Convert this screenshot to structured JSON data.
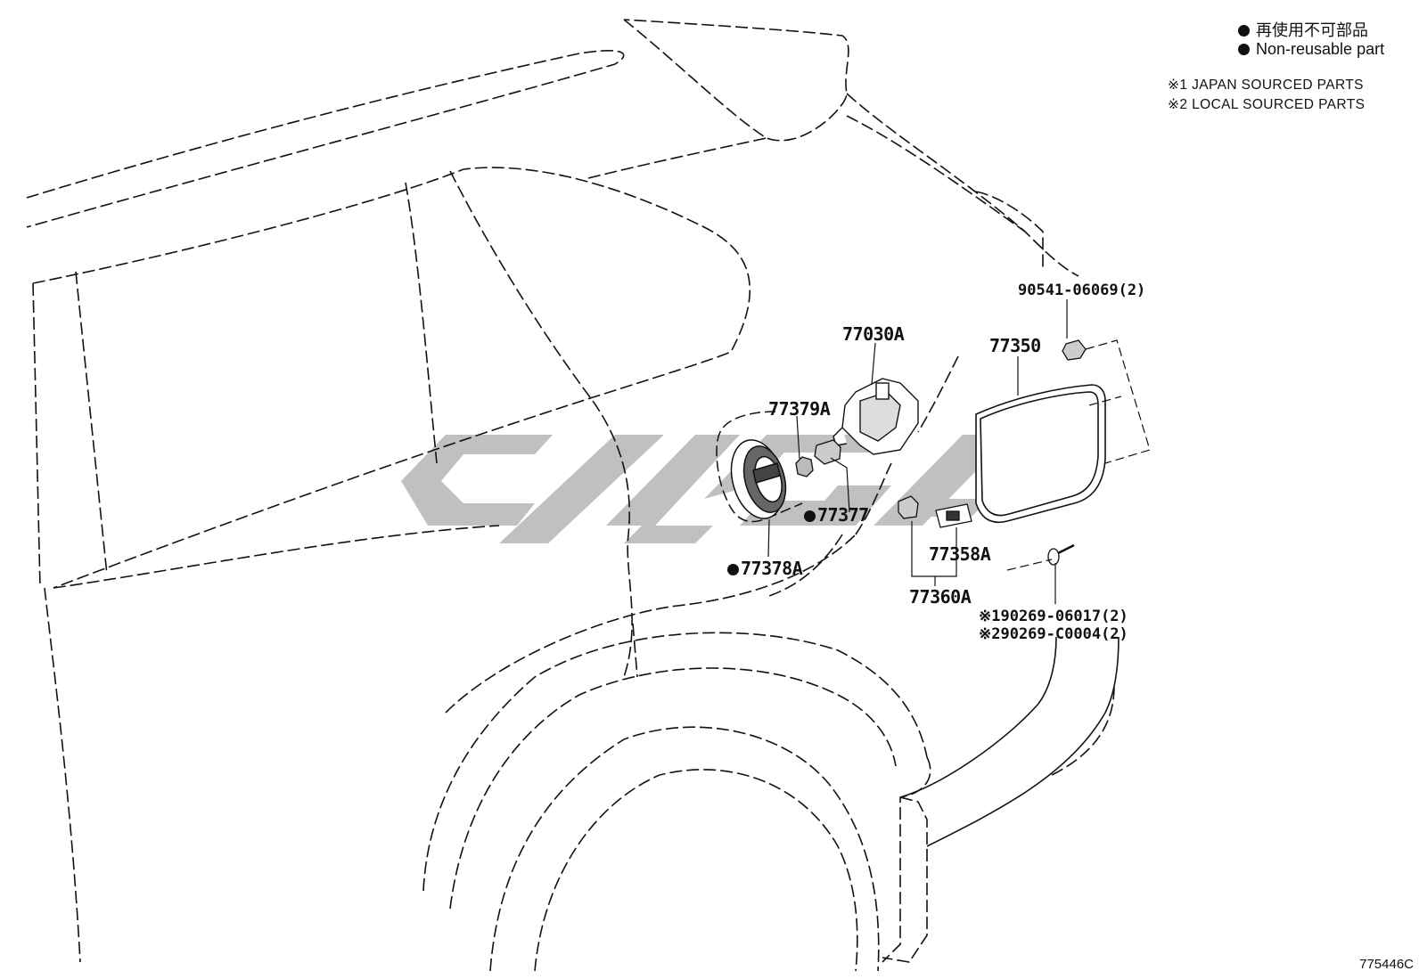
{
  "legend": {
    "jp": "再使用不可部品",
    "en": "Non-reusable part"
  },
  "notes": {
    "n1": "※1 JAPAN SOURCED PARTS",
    "n2": "※2 LOCAL SOURCED PARTS"
  },
  "parts": {
    "p90541": "90541-06069(2)",
    "p77350": "77350",
    "p77030a": "77030A",
    "p77379a": "77379A",
    "p77377": "77377",
    "p77378a": "77378A",
    "p77358a": "77358A",
    "p77360a": "77360A",
    "p190269": "※190269-06017(2)",
    "p290269": "※290269-C0004(2)"
  },
  "diagram_code": "775446C",
  "colors": {
    "line": "#111111",
    "watermark": "#bdbdbd",
    "background": "#ffffff"
  }
}
